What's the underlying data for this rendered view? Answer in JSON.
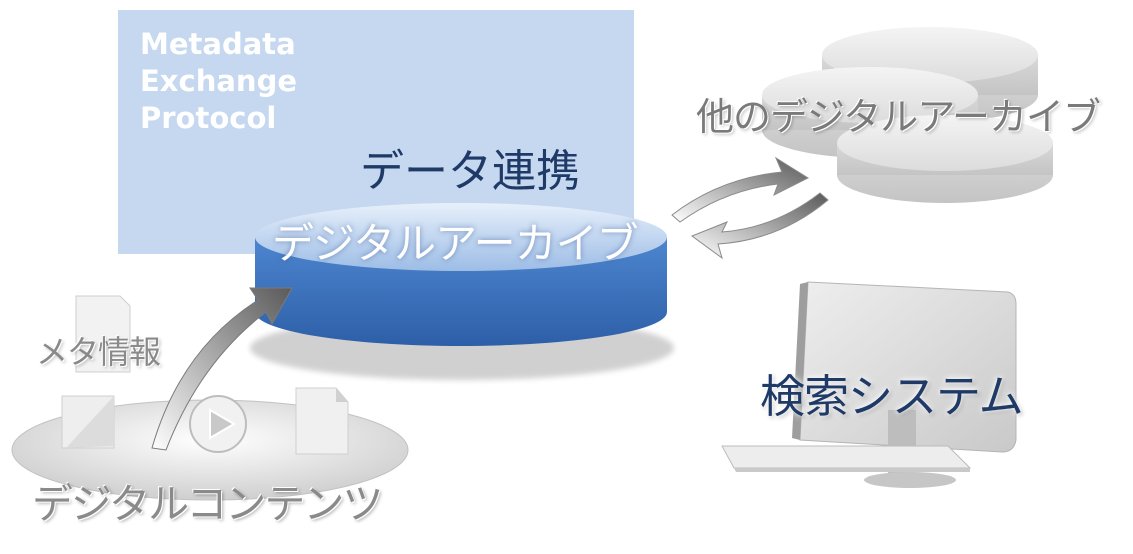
{
  "protocol": {
    "lines": [
      "Metadata",
      "Exchange",
      "Protocol"
    ]
  },
  "labels": {
    "data_link": "データ連携",
    "digital_archive": "デジタルアーカイブ",
    "other_archives": "他のデジタルアーカイブ",
    "search_system": "検索システム",
    "metadata": "メタ情報",
    "digital_contents": "デジタルコンテンツ"
  },
  "icons": {
    "archive_db": "database-icon",
    "other_dbs": "database-stack-icon",
    "sync": "sync-arrows-icon",
    "upload": "curved-arrow-icon",
    "computer": "desktop-computer-icon",
    "play": "play-icon",
    "document": "document-icon"
  },
  "colors": {
    "protocol_box": "#c5d8ef",
    "archive_blue": "#3f74c0",
    "text_navy": "#1f3a66"
  }
}
